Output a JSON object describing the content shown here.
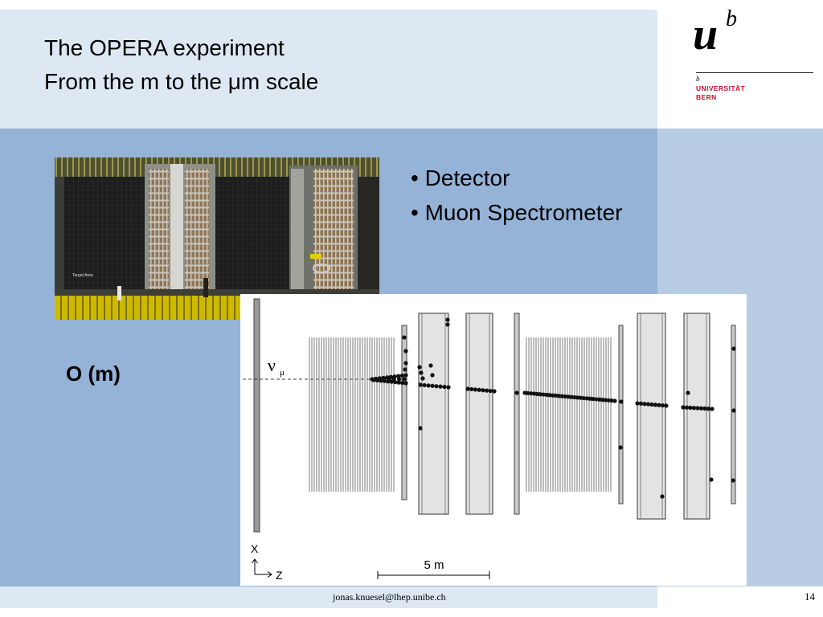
{
  "slide": {
    "title_line1": "The OPERA experiment",
    "title_line2": "From the m to the μm scale",
    "bullets": [
      "• Detector",
      "• Muon Spectrometer"
    ],
    "order_label": "O (m)",
    "footer_email": "jonas.knuesel@lhep.unibe.ch",
    "page_number": "14"
  },
  "logo": {
    "mark": "u",
    "mark_superscript": "b",
    "small_b": "b",
    "line1": "UNIVERSITÄT",
    "line2": "BERN"
  },
  "photo": {
    "label": "Target Area"
  },
  "diagram": {
    "beam_symbol": "ν",
    "beam_subscript": "μ",
    "axis_x": "X",
    "axis_z": "Z",
    "scale_bar": "5 m"
  },
  "colors": {
    "header_bg": "#dde8f3",
    "main_bg": "#95b3d7",
    "side_bg": "#b8cce4",
    "footer_bg": "#dde8f3",
    "logo_red": "#c8102e"
  }
}
